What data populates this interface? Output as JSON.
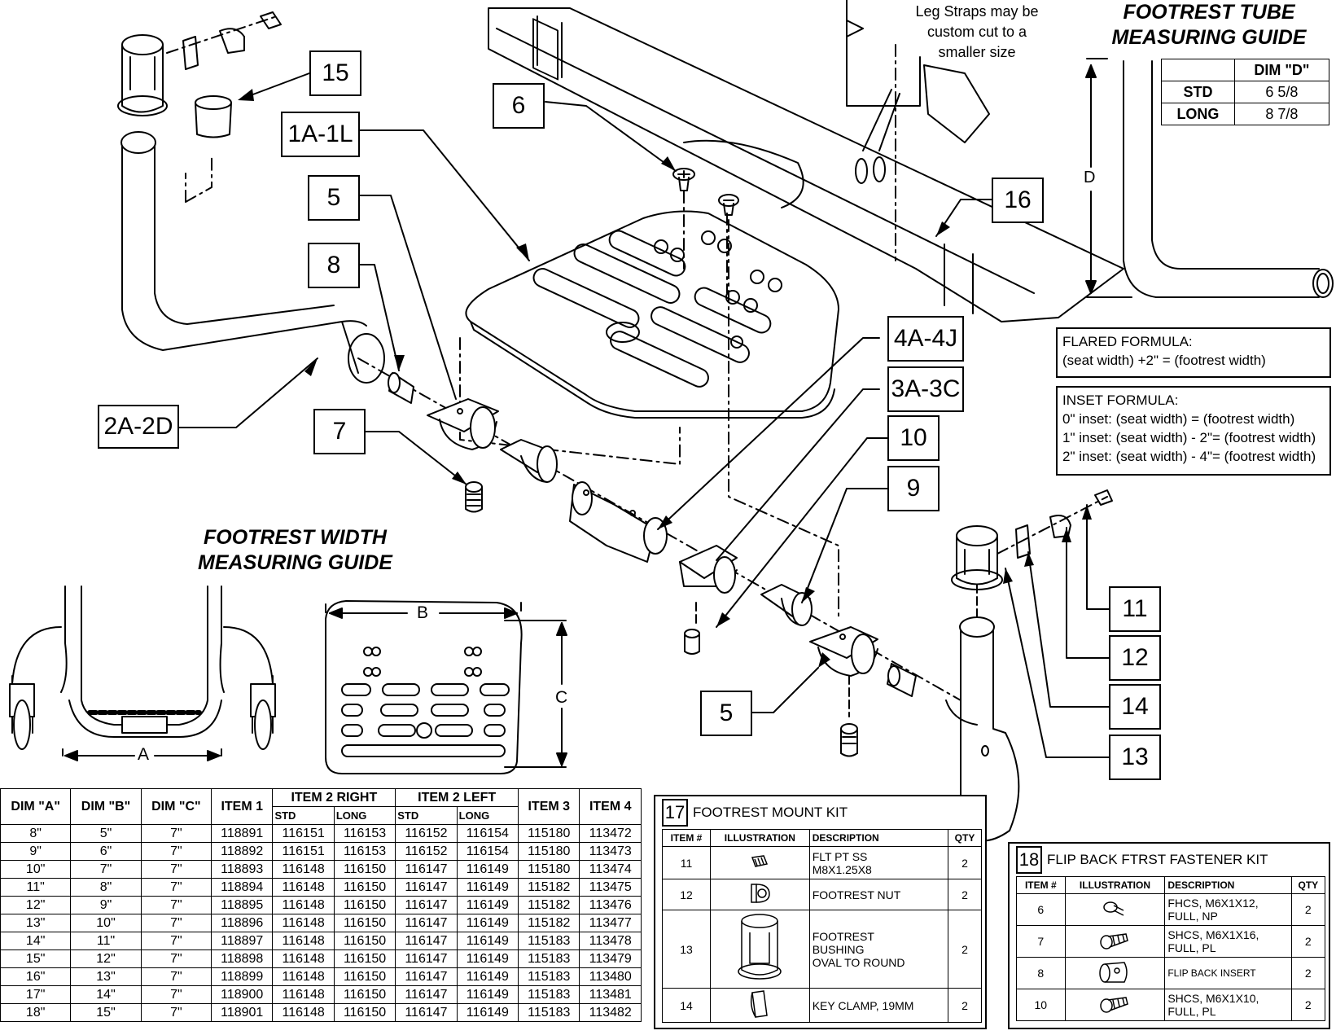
{
  "callouts": {
    "c15": "15",
    "c1a1l": "1A-1L",
    "c6": "6",
    "c5a": "5",
    "c8": "8",
    "c2a2d": "2A-2D",
    "c7": "7",
    "c16": "16",
    "c4a4j": "4A-4J",
    "c3a3c": "3A-3C",
    "c10": "10",
    "c9": "9",
    "c5b": "5",
    "c11": "11",
    "c12": "12",
    "c14": "14",
    "c13": "13"
  },
  "leg_note": [
    "Leg Straps may be",
    "custom cut  to a",
    "smaller size"
  ],
  "tube_guide": {
    "title": [
      "FOOTREST TUBE",
      "MEASURING GUIDE"
    ],
    "dim_label": "D",
    "headers": [
      "",
      "DIM \"D\""
    ],
    "rows": [
      [
        "STD",
        "6 5/8"
      ],
      [
        "LONG",
        "8 7/8"
      ]
    ]
  },
  "flared": [
    "FLARED FORMULA:",
    "(seat width) +2\"  = (footrest width)"
  ],
  "inset": [
    "INSET FORMULA:",
    "0\" inset: (seat width)      = (footrest width)",
    "1\" inset: (seat width) - 2\"= (footrest width)",
    "2\" inset: (seat width) - 4\"= (footrest width)"
  ],
  "width_guide": {
    "title": [
      "FOOTREST WIDTH",
      "MEASURING GUIDE"
    ],
    "label_a": "A",
    "label_b": "B",
    "label_c": "C"
  },
  "main_table": {
    "headers": [
      "DIM \"A\"",
      "DIM \"B\"",
      "DIM \"C\"",
      "ITEM 1",
      "ITEM 2 RIGHT",
      "ITEM 2 LEFT",
      "ITEM 3",
      "ITEM 4"
    ],
    "subheaders": [
      "STD",
      "LONG",
      "STD",
      "LONG"
    ],
    "rows": [
      [
        "8\"",
        "5\"",
        "7\"",
        "118891",
        "116151",
        "116153",
        "116152",
        "116154",
        "115180",
        "113472"
      ],
      [
        "9\"",
        "6\"",
        "7\"",
        "118892",
        "116151",
        "116153",
        "116152",
        "116154",
        "115180",
        "113473"
      ],
      [
        "10\"",
        "7\"",
        "7\"",
        "118893",
        "116148",
        "116150",
        "116147",
        "116149",
        "115180",
        "113474"
      ],
      [
        "11\"",
        "8\"",
        "7\"",
        "118894",
        "116148",
        "116150",
        "116147",
        "116149",
        "115182",
        "113475"
      ],
      [
        "12\"",
        "9\"",
        "7\"",
        "118895",
        "116148",
        "116150",
        "116147",
        "116149",
        "115182",
        "113476"
      ],
      [
        "13\"",
        "10\"",
        "7\"",
        "118896",
        "116148",
        "116150",
        "116147",
        "116149",
        "115182",
        "113477"
      ],
      [
        "14\"",
        "11\"",
        "7\"",
        "118897",
        "116148",
        "116150",
        "116147",
        "116149",
        "115183",
        "113478"
      ],
      [
        "15\"",
        "12\"",
        "7\"",
        "118898",
        "116148",
        "116150",
        "116147",
        "116149",
        "115183",
        "113479"
      ],
      [
        "16\"",
        "13\"",
        "7\"",
        "118899",
        "116148",
        "116150",
        "116147",
        "116149",
        "115183",
        "113480"
      ],
      [
        "17\"",
        "14\"",
        "7\"",
        "118900",
        "116148",
        "116150",
        "116147",
        "116149",
        "115183",
        "113481"
      ],
      [
        "18\"",
        "15\"",
        "7\"",
        "118901",
        "116148",
        "116150",
        "116147",
        "116149",
        "115183",
        "113482"
      ]
    ]
  },
  "kit17": {
    "num": "17",
    "title": "FOOTREST MOUNT KIT",
    "headers": [
      "ITEM #",
      "ILLUSTRATION",
      "DESCRIPTION",
      "QTY"
    ],
    "rows": [
      {
        "item": "11",
        "desc": [
          "FLT PT SS",
          "M8X1.25X8"
        ],
        "qty": "2",
        "icon": "set-screw-icon"
      },
      {
        "item": "12",
        "desc": [
          "FOOTREST NUT"
        ],
        "qty": "2",
        "icon": "footrest-nut-icon"
      },
      {
        "item": "13",
        "desc": [
          "FOOTREST",
          "BUSHING",
          "OVAL TO ROUND"
        ],
        "qty": "2",
        "icon": "bushing-icon"
      },
      {
        "item": "14",
        "desc": [
          "KEY CLAMP, 19MM"
        ],
        "qty": "2",
        "icon": "key-clamp-icon"
      }
    ]
  },
  "kit18": {
    "num": "18",
    "title": "FLIP BACK FTRST FASTENER KIT",
    "headers": [
      "ITEM #",
      "ILLUSTRATION",
      "DESCRIPTION",
      "QTY"
    ],
    "rows": [
      {
        "item": "6",
        "desc": [
          "FHCS, M6X1X12,",
          "FULL, NP"
        ],
        "qty": "2",
        "icon": "flat-head-screw-icon"
      },
      {
        "item": "7",
        "desc": [
          "SHCS, M6X1X16,",
          "FULL, PL"
        ],
        "qty": "2",
        "icon": "socket-head-screw-icon"
      },
      {
        "item": "8",
        "desc": [
          "FLIP BACK INSERT"
        ],
        "qty": "2",
        "icon": "flip-back-insert-icon"
      },
      {
        "item": "10",
        "desc": [
          "SHCS, M6X1X10,",
          "FULL, PL"
        ],
        "qty": "2",
        "icon": "socket-head-screw-icon"
      }
    ]
  }
}
